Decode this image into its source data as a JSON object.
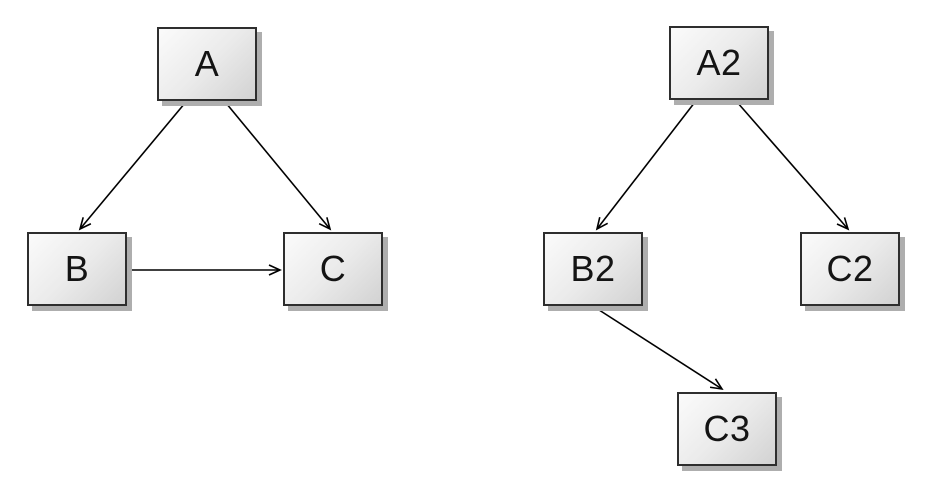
{
  "diagram": {
    "background_color": "#ffffff",
    "node_style": {
      "border_color": "#2e2e2e",
      "fill_light": "#fbfbfb",
      "fill_dark": "#d2d2d2",
      "shadow_color": "#aeaeae",
      "text_color": "#141414"
    },
    "edge_style": {
      "line_color": "#000000",
      "arrowhead": "open-v"
    },
    "graphs": [
      {
        "name": "left-graph",
        "nodes": [
          {
            "id": "A",
            "label": "A"
          },
          {
            "id": "B",
            "label": "B"
          },
          {
            "id": "C",
            "label": "C"
          }
        ],
        "edges": [
          {
            "from": "A",
            "to": "B"
          },
          {
            "from": "A",
            "to": "C"
          },
          {
            "from": "B",
            "to": "C"
          }
        ]
      },
      {
        "name": "right-graph",
        "nodes": [
          {
            "id": "A2",
            "label": "A2"
          },
          {
            "id": "B2",
            "label": "B2"
          },
          {
            "id": "C2",
            "label": "C2"
          },
          {
            "id": "C3",
            "label": "C3"
          }
        ],
        "edges": [
          {
            "from": "A2",
            "to": "B2"
          },
          {
            "from": "A2",
            "to": "C2"
          },
          {
            "from": "B2",
            "to": "C3"
          }
        ]
      }
    ]
  }
}
